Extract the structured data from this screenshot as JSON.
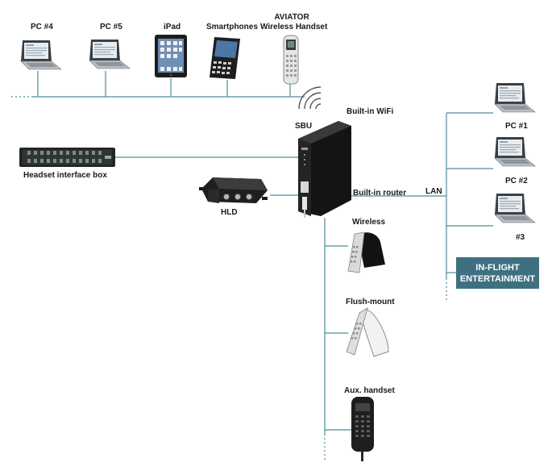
{
  "top_devices": {
    "pc4": "PC #4",
    "pc5": "PC #5",
    "ipad": "iPad",
    "smartphones": "Smartphones",
    "aviator_line1": "AVIATOR",
    "aviator_line2": "Wireless Handset"
  },
  "center": {
    "wifi": "Built-in WiFi",
    "sbu": "SBU",
    "router": "Built-in router",
    "lan": "LAN",
    "hld": "HLD",
    "headset_box": "Headset interface box"
  },
  "lan_devices": {
    "pc1": "PC #1",
    "pc2": "PC #2",
    "pc3": "#3",
    "ife_line1": "IN-FLIGHT",
    "ife_line2": "ENTERTAINMENT"
  },
  "handsets": {
    "wireless": "Wireless",
    "flush": "Flush-mount",
    "aux": "Aux. handset"
  },
  "colors": {
    "line": "#4f8a9b",
    "ife_box": "#3f7082",
    "device_dark": "#2b2b2b"
  }
}
